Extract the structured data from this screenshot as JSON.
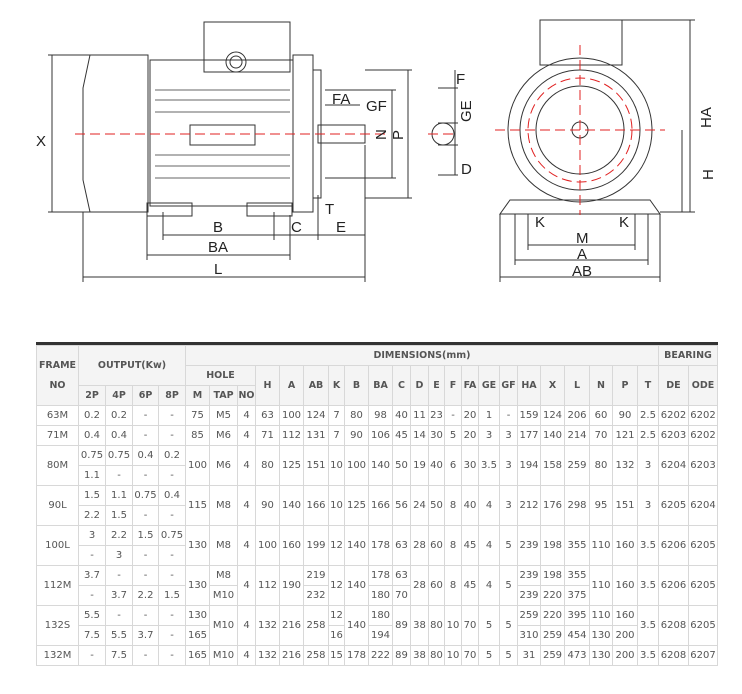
{
  "drawing": {
    "labels": {
      "X": "X",
      "B": "B",
      "BA": "BA",
      "L": "L",
      "C": "C",
      "E": "E",
      "T": "T",
      "FA": "FA",
      "GF": "GF",
      "N": "N",
      "P": "P",
      "F": "F",
      "GE": "GE",
      "D": "D",
      "HA": "HA",
      "H": "H",
      "K1": "K",
      "K2": "K",
      "M": "M",
      "A": "A",
      "AB": "AB"
    },
    "colors": {
      "line": "#333333",
      "center": "#e02020"
    }
  },
  "table": {
    "header": [
      [
        [
          "FRAME NO",
          3,
          1
        ],
        [
          "OUTPUT(Kw)",
          2,
          4
        ],
        [
          "DIMENSIONS(mm)",
          1,
          22
        ],
        [
          "BEARING",
          1,
          2
        ]
      ],
      [
        [
          "HOLE",
          1,
          3
        ],
        [
          "H",
          2,
          1
        ],
        [
          "A",
          2,
          1
        ],
        [
          "AB",
          2,
          1
        ],
        [
          "K",
          2,
          1
        ],
        [
          "B",
          2,
          1
        ],
        [
          "BA",
          2,
          1
        ],
        [
          "C",
          2,
          1
        ],
        [
          "D",
          2,
          1
        ],
        [
          "E",
          2,
          1
        ],
        [
          "F",
          2,
          1
        ],
        [
          "FA",
          2,
          1
        ],
        [
          "GE",
          2,
          1
        ],
        [
          "GF",
          2,
          1
        ],
        [
          "HA",
          2,
          1
        ],
        [
          "X",
          2,
          1
        ],
        [
          "L",
          2,
          1
        ],
        [
          "N",
          2,
          1
        ],
        [
          "P",
          2,
          1
        ],
        [
          "T",
          2,
          1
        ],
        [
          "DE",
          2,
          1
        ],
        [
          "ODE",
          2,
          1
        ]
      ],
      [
        [
          "2P",
          1,
          1
        ],
        [
          "4P",
          1,
          1
        ],
        [
          "6P",
          1,
          1
        ],
        [
          "8P",
          1,
          1
        ],
        [
          "M",
          1,
          1
        ],
        [
          "TAP",
          1,
          1
        ],
        [
          "NO",
          1,
          1
        ]
      ]
    ],
    "rows": [
      [
        "63M",
        "0.2",
        "0.2",
        "-",
        "-",
        "75",
        "M5",
        "4",
        "63",
        "100",
        "124",
        "7",
        "80",
        "98",
        "40",
        "11",
        "23",
        "-",
        "20",
        "1",
        "-",
        "159",
        "124",
        "206",
        "60",
        "90",
        "2.5",
        "6202",
        "6202"
      ],
      [
        "71M",
        "0.4",
        "0.4",
        "-",
        "-",
        "85",
        "M6",
        "4",
        "71",
        "112",
        "131",
        "7",
        "90",
        "106",
        "45",
        "14",
        "30",
        "5",
        "20",
        "3",
        "3",
        "177",
        "140",
        "214",
        "70",
        "121",
        "2.5",
        "6203",
        "6202"
      ],
      [
        [
          "80M",
          2
        ],
        "0.75",
        "0.75",
        "0.4",
        "0.2",
        [
          "100",
          2
        ],
        [
          "M6",
          2
        ],
        [
          "4",
          2
        ],
        [
          "80",
          2
        ],
        [
          "125",
          2
        ],
        [
          "151",
          2
        ],
        [
          "10",
          2
        ],
        [
          "100",
          2
        ],
        [
          "140",
          2
        ],
        [
          "50",
          2
        ],
        [
          "19",
          2
        ],
        [
          "40",
          2
        ],
        [
          "6",
          2
        ],
        [
          "30",
          2
        ],
        [
          "3.5",
          2
        ],
        [
          "3",
          2
        ],
        [
          "194",
          2
        ],
        [
          "158",
          2
        ],
        [
          "259",
          2
        ],
        [
          "80",
          2
        ],
        [
          "132",
          2
        ],
        [
          "3",
          2
        ],
        [
          "6204",
          2
        ],
        [
          "6203",
          2
        ]
      ],
      [
        "1.1",
        "-",
        "-",
        "-"
      ],
      [
        [
          "90L",
          2
        ],
        "1.5",
        "1.1",
        "0.75",
        "0.4",
        [
          "115",
          2
        ],
        [
          "M8",
          2
        ],
        [
          "4",
          2
        ],
        [
          "90",
          2
        ],
        [
          "140",
          2
        ],
        [
          "166",
          2
        ],
        [
          "10",
          2
        ],
        [
          "125",
          2
        ],
        [
          "166",
          2
        ],
        [
          "56",
          2
        ],
        [
          "24",
          2
        ],
        [
          "50",
          2
        ],
        [
          "8",
          2
        ],
        [
          "40",
          2
        ],
        [
          "4",
          2
        ],
        [
          "3",
          2
        ],
        [
          "212",
          2
        ],
        [
          "176",
          2
        ],
        [
          "298",
          2
        ],
        [
          "95",
          2
        ],
        [
          "151",
          2
        ],
        [
          "3",
          2
        ],
        [
          "6205",
          2
        ],
        [
          "6204",
          2
        ]
      ],
      [
        "2.2",
        "1.5",
        "-",
        "-"
      ],
      [
        [
          "100L",
          2
        ],
        "3",
        "2.2",
        "1.5",
        "0.75",
        [
          "130",
          2
        ],
        [
          "M8",
          2
        ],
        [
          "4",
          2
        ],
        [
          "100",
          2
        ],
        [
          "160",
          2
        ],
        [
          "199",
          2
        ],
        [
          "12",
          2
        ],
        [
          "140",
          2
        ],
        [
          "178",
          2
        ],
        [
          "63",
          2
        ],
        [
          "28",
          2
        ],
        [
          "60",
          2
        ],
        [
          "8",
          2
        ],
        [
          "45",
          2
        ],
        [
          "4",
          2
        ],
        [
          "5",
          2
        ],
        [
          "239",
          2
        ],
        [
          "198",
          2
        ],
        [
          "355",
          2
        ],
        [
          "110",
          2
        ],
        [
          "160",
          2
        ],
        [
          "3.5",
          2
        ],
        [
          "6206",
          2
        ],
        [
          "6205",
          2
        ]
      ],
      [
        "-",
        "3",
        "-",
        "-"
      ],
      [
        [
          "112M",
          2
        ],
        "3.7",
        "-",
        "-",
        "-",
        [
          "130",
          2
        ],
        "M8",
        [
          "4",
          2
        ],
        [
          "112",
          2
        ],
        [
          "190",
          2
        ],
        "219",
        [
          "12",
          2
        ],
        [
          "140",
          2
        ],
        "178",
        "63",
        [
          "28",
          2
        ],
        [
          "60",
          2
        ],
        [
          "8",
          2
        ],
        [
          "45",
          2
        ],
        [
          "4",
          2
        ],
        [
          "5",
          2
        ],
        "239",
        "198",
        "355",
        [
          "110",
          2
        ],
        [
          "160",
          2
        ],
        [
          "3.5",
          2
        ],
        [
          "6206",
          2
        ],
        [
          "6205",
          2
        ]
      ],
      [
        "-",
        "3.7",
        "2.2",
        "1.5",
        "M10",
        "232",
        "180",
        "70",
        "239",
        "220",
        "375"
      ],
      [
        [
          "132S",
          2
        ],
        "5.5",
        "-",
        "-",
        "-",
        "130",
        [
          "M10",
          2
        ],
        [
          "4",
          2
        ],
        [
          "132",
          2
        ],
        [
          "216",
          2
        ],
        [
          "258",
          2
        ],
        "12",
        [
          "140",
          2
        ],
        "180",
        [
          "89",
          2
        ],
        [
          "38",
          2
        ],
        [
          "80",
          2
        ],
        [
          "10",
          2
        ],
        [
          "70",
          2
        ],
        [
          "5",
          2
        ],
        [
          "5",
          2
        ],
        "259",
        "220",
        "395",
        "110",
        "160",
        [
          "3.5",
          2
        ],
        [
          "6208",
          2
        ],
        [
          "6205",
          2
        ]
      ],
      [
        "7.5",
        "5.5",
        "3.7",
        "-",
        "165",
        "16",
        "194",
        "310",
        "259",
        "454",
        "130",
        "200"
      ],
      [
        "132M",
        "-",
        "7.5",
        "-",
        "-",
        "165",
        "M10",
        "4",
        "132",
        "216",
        "258",
        "15",
        "178",
        "222",
        "89",
        "38",
        "80",
        "10",
        "70",
        "5",
        "5",
        "31",
        "259",
        "473",
        "130",
        "200",
        "3.5",
        "6208",
        "6207"
      ]
    ]
  }
}
